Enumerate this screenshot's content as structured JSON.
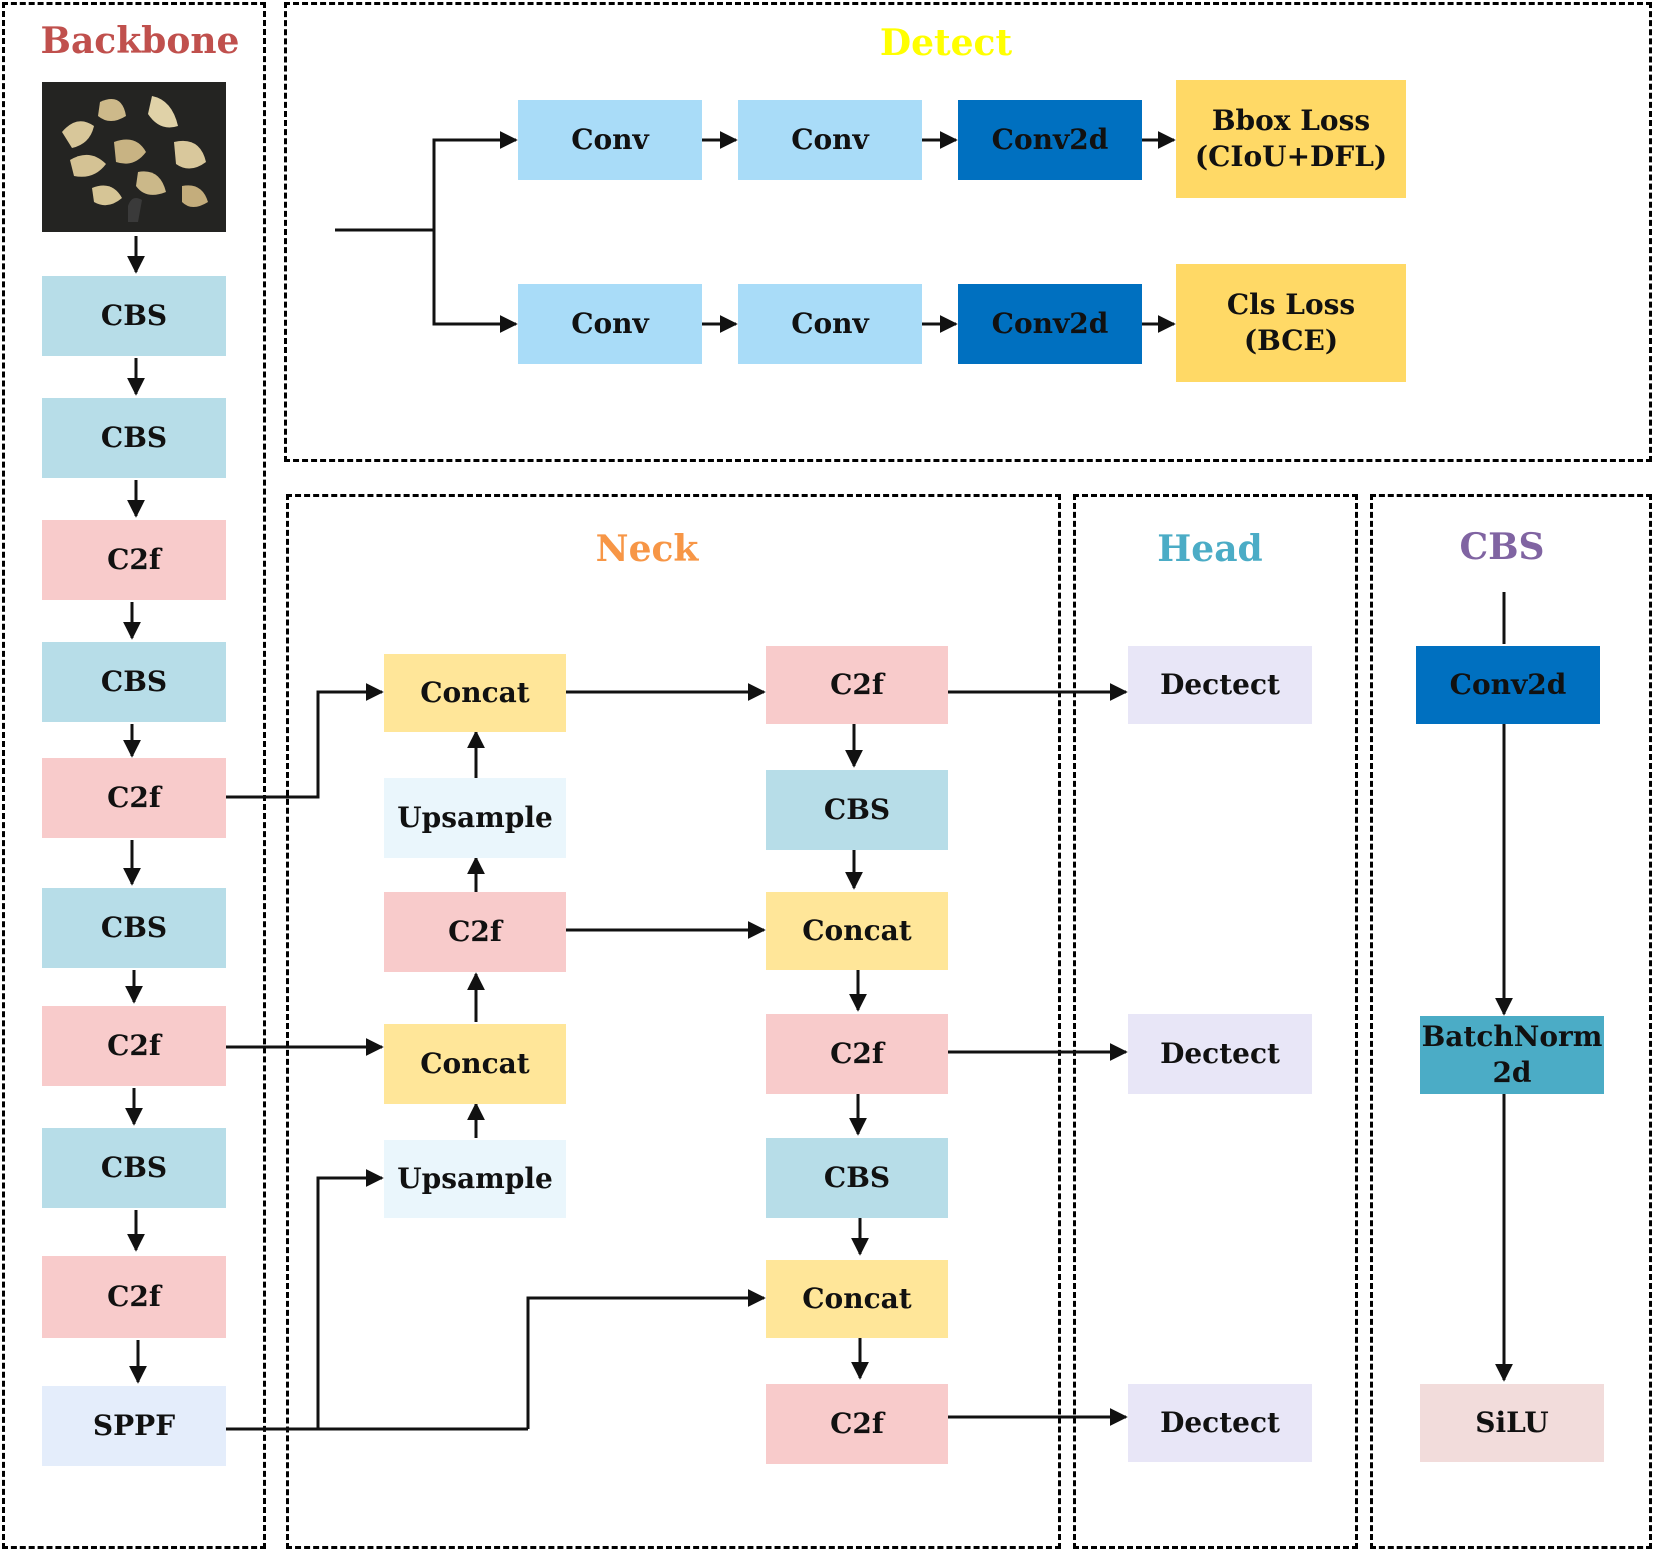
{
  "colors": {
    "backbone_border": "#c0504d",
    "detect_border": "#e6b8b7",
    "neck_border": "#e07b39",
    "head_border": "#4bacc6",
    "cbs_border": "#9bbb59",
    "backbone_title": "#c0504d",
    "detect_title": "#ffff00",
    "neck_title": "#f79646",
    "head_title": "#4bacc6",
    "cbs_title": "#8064a2",
    "cbs_box": "#b7dde8",
    "c2f_box": "#f8cbcb",
    "sppf_box": "#e4edfb",
    "concat_box": "#ffe699",
    "upsample_box": "#eaf6fc",
    "conv_box": "#a9dcf8",
    "conv2d_box": "#0070c0",
    "loss_box": "#ffd966",
    "dectect_box": "#e8e6f7",
    "batchnorm_box": "#4bacc6",
    "silu_box": "#f2dcdb"
  },
  "backbone": {
    "title": "Backbone",
    "image_icon": "food-sample-photo",
    "blocks": [
      "CBS",
      "CBS",
      "C2f",
      "CBS",
      "C2f",
      "CBS",
      "C2f",
      "CBS",
      "C2f",
      "SPPF"
    ]
  },
  "detect": {
    "title": "Detect",
    "top_branch": [
      "Conv",
      "Conv",
      "Conv2d"
    ],
    "bottom_branch": [
      "Conv",
      "Conv",
      "Conv2d"
    ],
    "bbox_loss": "Bbox Loss\n(CIoU+DFL)",
    "cls_loss": "Cls Loss\n(BCE)"
  },
  "neck": {
    "title": "Neck",
    "left_column": [
      "Concat",
      "Upsample",
      "C2f",
      "Concat",
      "Upsample"
    ],
    "right_column": [
      "C2f",
      "CBS",
      "Concat",
      "C2f",
      "CBS",
      "Concat",
      "C2f"
    ]
  },
  "head": {
    "title": "Head",
    "outputs": [
      "Dectect",
      "Dectect",
      "Dectect"
    ]
  },
  "cbs_module": {
    "title": "CBS",
    "layers": [
      "Conv2d",
      "BatchNorm\n2d",
      "SiLU"
    ]
  }
}
